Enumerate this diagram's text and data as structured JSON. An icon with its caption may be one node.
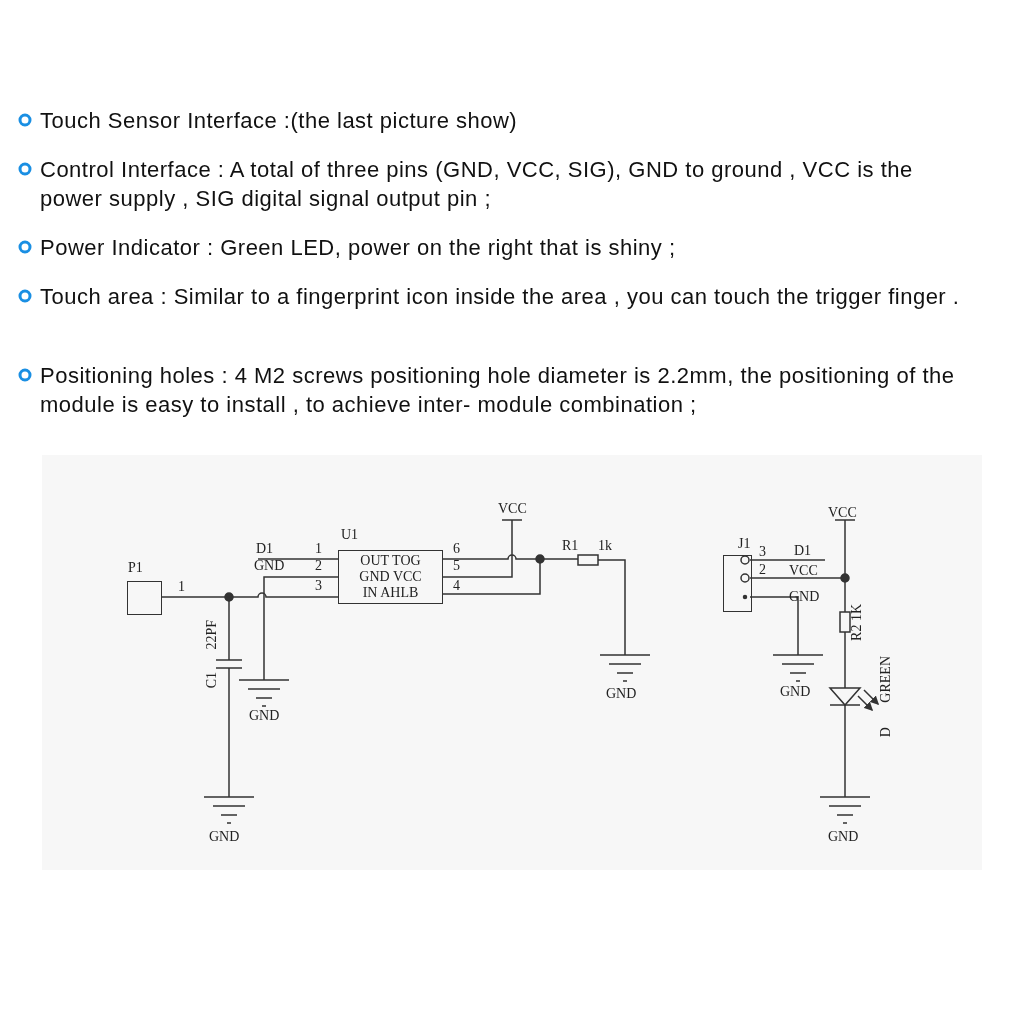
{
  "diagram": {
    "nodes": [
      {
        "text": [
          "P1"
        ]
      },
      {
        "text": [
          "U1",
          "OUT TOG",
          "GND VCC",
          "IN AHLB"
        ]
      },
      {
        "text": [
          "J1"
        ]
      }
    ],
    "edges": [
      {
        "from": 0,
        "to": 1,
        "arrow": "none"
      }
    ],
    "labels": [
      "Touch Sensor Interface :(the last picture show)",
      "Control Interface : A total of three pins (GND,  VCC, SIG), GND to ground , VCC is the power supply , SIG digital signal output  pin ;",
      "Power Indicator : Green LED, power on the right that is shiny ;",
      "Touch area : Similar to a fingerprint icon inside the area , you can touch the trigger finger .",
      "Positioning holes : 4 M2 screws positioning hole diameter is 2.2mm, the positioning of the module is easy to install , to achieve inter- module combination ;",
      "VCC",
      "D1",
      "1",
      "GND",
      "2",
      "3",
      "6",
      "5",
      "4",
      "R1",
      "1k",
      "1",
      "22PF",
      "C1",
      "GND",
      "GND",
      "GND",
      "VCC",
      "3",
      "2",
      "D1",
      "VCC",
      "GND",
      "R2 1K",
      "GND",
      "GREEN",
      "D",
      "GND"
    ]
  }
}
